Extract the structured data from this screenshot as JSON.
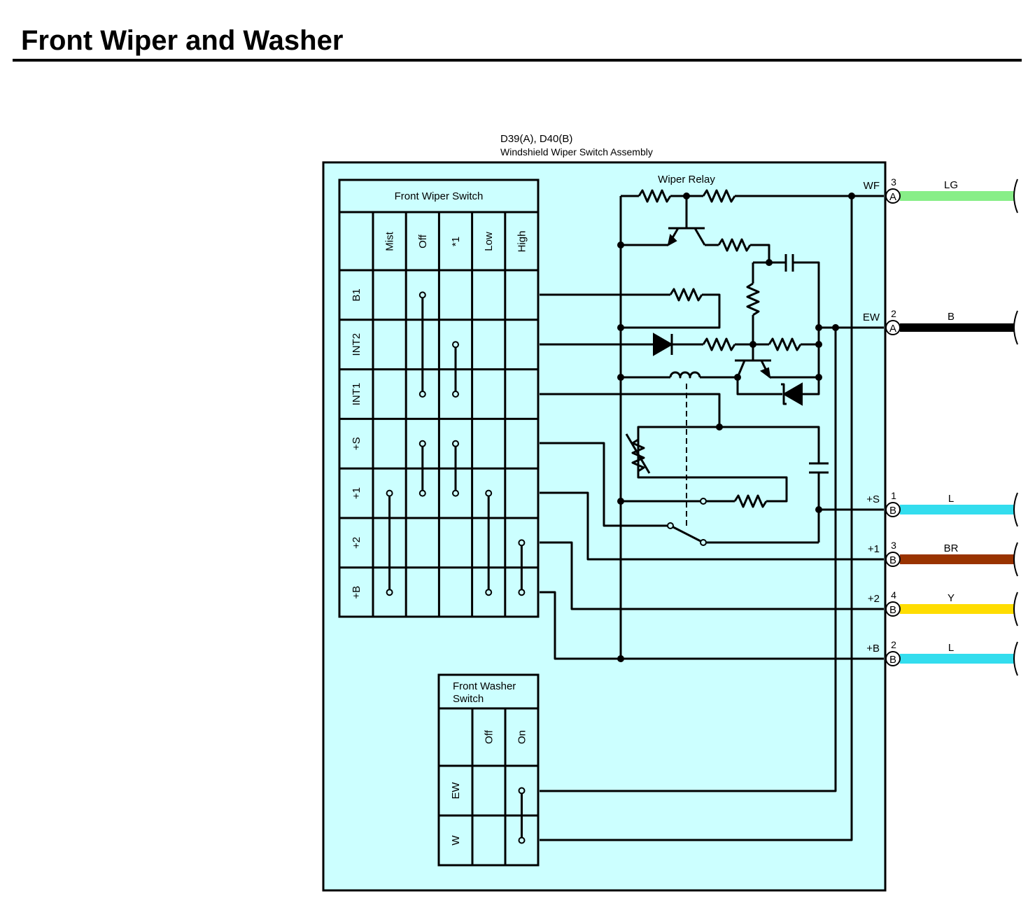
{
  "page": {
    "title": "Front Wiper and Washer"
  },
  "assembly": {
    "connector_ids": "D39(A), D40(B)",
    "name": "Windshield Wiper Switch Assembly",
    "fill_color": "#ccffff"
  },
  "relay": {
    "label": "Wiper Relay"
  },
  "wiper_switch": {
    "title": "Front Wiper Switch",
    "positions": [
      "Mist",
      "Off",
      "*1",
      "Low",
      "High"
    ],
    "terminals": [
      "B1",
      "INT2",
      "INT1",
      "+S",
      "+1",
      "+2",
      "+B"
    ],
    "connections": [
      {
        "position": "Mist",
        "from": "+1",
        "to": "+B"
      },
      {
        "position": "Off",
        "from": "B1",
        "to": "INT1"
      },
      {
        "position": "Off",
        "from": "+S",
        "to": "+1"
      },
      {
        "position": "*1",
        "from": "INT2",
        "to": "INT1"
      },
      {
        "position": "*1",
        "from": "+S",
        "to": "+1"
      },
      {
        "position": "Low",
        "from": "+1",
        "to": "+B"
      },
      {
        "position": "High",
        "from": "+2",
        "to": "+B"
      }
    ]
  },
  "washer_switch": {
    "title_line1": "Front Washer",
    "title_line2": "Switch",
    "positions": [
      "Off",
      "On"
    ],
    "terminals": [
      "EW",
      "W"
    ],
    "connections": [
      {
        "position": "On",
        "from": "EW",
        "to": "W"
      }
    ]
  },
  "connector_pins": [
    {
      "signal": "WF",
      "pin": "3",
      "connector": "A",
      "wire_code": "LG",
      "wire_color": "#88ee88"
    },
    {
      "signal": "EW",
      "pin": "2",
      "connector": "A",
      "wire_code": "B",
      "wire_color": "#000000"
    },
    {
      "signal": "+S",
      "pin": "1",
      "connector": "B",
      "wire_code": "L",
      "wire_color": "#33ddee"
    },
    {
      "signal": "+1",
      "pin": "3",
      "connector": "B",
      "wire_code": "BR",
      "wire_color": "#993300"
    },
    {
      "signal": "+2",
      "pin": "4",
      "connector": "B",
      "wire_code": "Y",
      "wire_color": "#ffdd00"
    },
    {
      "signal": "+B",
      "pin": "2",
      "connector": "B",
      "wire_code": "L",
      "wire_color": "#33ddee"
    }
  ]
}
